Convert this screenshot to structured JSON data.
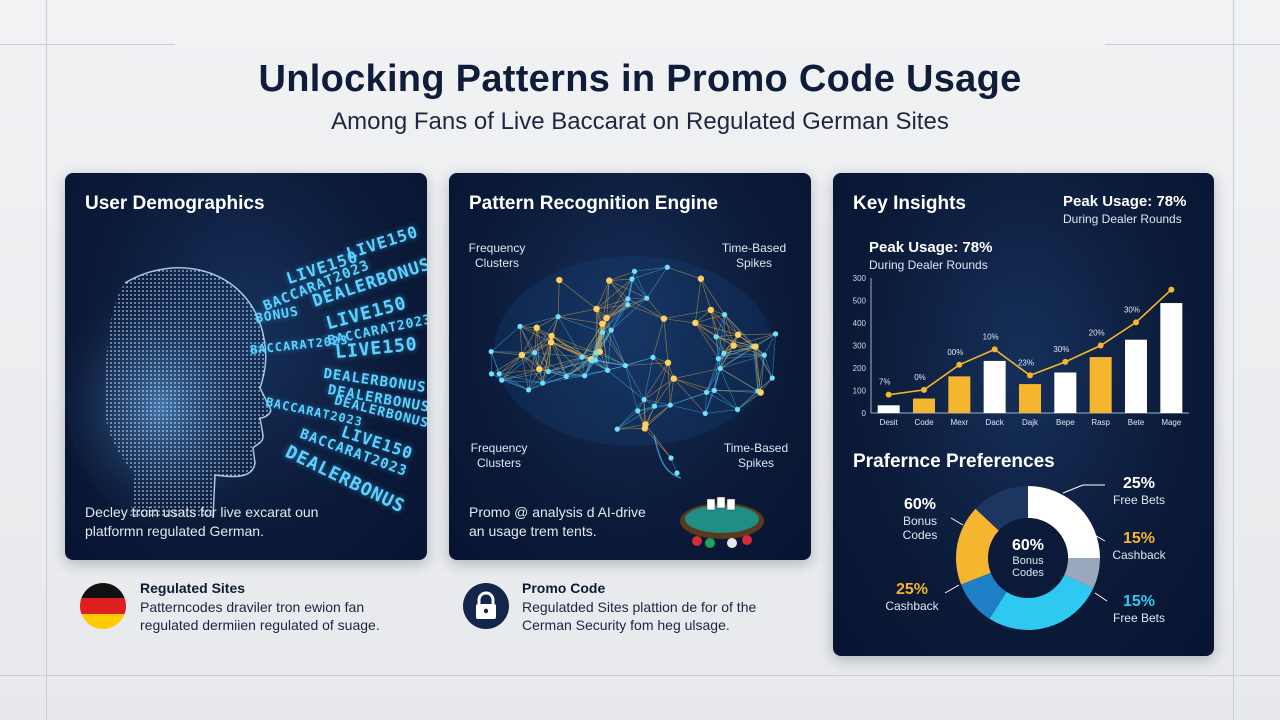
{
  "header": {
    "title": "Unlocking Patterns in Promo Code Usage",
    "subtitle": "Among Fans of Live Baccarat on Regulated German Sites"
  },
  "demographics": {
    "title": "User Demographics",
    "codes": [
      "LIVE150",
      "LIVE150",
      "BACCARAT2023",
      "DEALERBONUS",
      "LIVE150",
      "BONUS",
      "BACCARAT2023",
      "BACCARAT2023",
      "LIVE150",
      "DEALERBONUS",
      "DEALERBONUS",
      "DEALERBONUS",
      "BACCARAT2023",
      "LIVE150",
      "BACCARAT2023",
      "DEALERBONUS"
    ],
    "description_line1": "Decley troin usats for live excarat oun",
    "description_line2": "platformn regulated German."
  },
  "engine": {
    "title": "Pattern Recognition Engine",
    "label_top_left_1": "Frequency",
    "label_top_left_2": "Clusters",
    "label_top_right_1": "Time-Based",
    "label_top_right_2": "Spikes",
    "label_bottom_left_1": "Frequency",
    "label_bottom_left_2": "Clusters",
    "label_bottom_right_1": "Time-Based",
    "label_bottom_right_2": "Spikes",
    "description_line1": "Promo @ analysis d AI-drive",
    "description_line2": "an usage trem tents."
  },
  "insights": {
    "title": "Key Insights",
    "peak_top_value": "Peak Usage: 78%",
    "peak_top_sub": "During Dealer Rounds",
    "peak_inner_value": "Peak Usage: 78%",
    "peak_inner_sub": "During Dealer Rounds",
    "preferences_title": "Prafernce Preferences",
    "colors": {
      "yellow": "#f6b52e",
      "white": "#ffffff",
      "cyan": "#2ec8f0",
      "navy": "#1c3660",
      "blue": "#1d7fc4"
    }
  },
  "chart_data": [
    {
      "type": "bar",
      "categories": [
        "Desit",
        "Code",
        "Mexr",
        "Dack",
        "Dajk",
        "Bepe",
        "Rasp",
        "Bete",
        "Mage"
      ],
      "values": [
        40,
        75,
        190,
        270,
        150,
        210,
        290,
        380,
        570
      ],
      "bar_colors": [
        "white",
        "yellow",
        "yellow",
        "white",
        "yellow",
        "white",
        "yellow",
        "white",
        "white"
      ],
      "line": [
        95,
        120,
        250,
        330,
        195,
        265,
        350,
        470,
        640
      ],
      "line_labels": [
        "7%",
        "0%",
        "00%",
        "10%",
        "23%",
        "30%",
        "20%",
        "30%",
        ""
      ],
      "yticks": [
        "0",
        "100",
        "200",
        "300",
        "400",
        "500",
        "300"
      ],
      "ylim": [
        0,
        700
      ]
    },
    {
      "type": "pie",
      "segments": [
        {
          "value": 25,
          "color": "#ffffff"
        },
        {
          "value": 7,
          "color": "#9aa8bd"
        },
        {
          "value": 27,
          "color": "#2ec8f0"
        },
        {
          "value": 10,
          "color": "#1d7fc4"
        },
        {
          "value": 18,
          "color": "#f6b52e"
        },
        {
          "value": 13,
          "color": "#1c3660"
        }
      ],
      "center_value": "60%",
      "center_label_1": "Bonus",
      "center_label_2": "Codes",
      "labels": {
        "top_right_value": "25%",
        "top_right_label": "Free Bets",
        "mid_right_value": "15%",
        "mid_right_label": "Cashback",
        "bottom_right_value": "15%",
        "bottom_right_label": "Free Bets",
        "left_value": "60%",
        "left_label_1": "Bonus",
        "left_label_2": "Codes",
        "bottom_left_value": "25%",
        "bottom_left_label": "Cashback"
      }
    }
  ],
  "footer": {
    "regulated_title": "Regulated Sites",
    "regulated_line1": "Patterncodes draviler tron ewion fan",
    "regulated_line2": "regulated dermiien regulated of suage.",
    "promo_title": "Promo Code",
    "promo_line1": "Regulatded Sites plattion de for of the",
    "promo_line2": "Cerman Security fom heg ulsage."
  }
}
